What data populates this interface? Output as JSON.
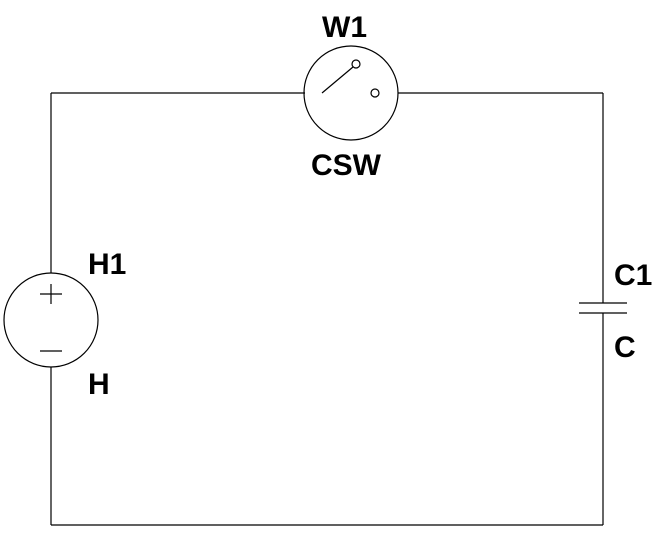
{
  "components": {
    "switch": {
      "designator": "W1",
      "value": "CSW",
      "icon": "switch-icon"
    },
    "voltage_source": {
      "designator": "H1",
      "value": "H",
      "icon": "voltage-source-icon"
    },
    "capacitor": {
      "designator": "C1",
      "value": "C",
      "icon": "capacitor-icon"
    }
  },
  "colors": {
    "stroke": "#000000",
    "background": "#ffffff"
  }
}
